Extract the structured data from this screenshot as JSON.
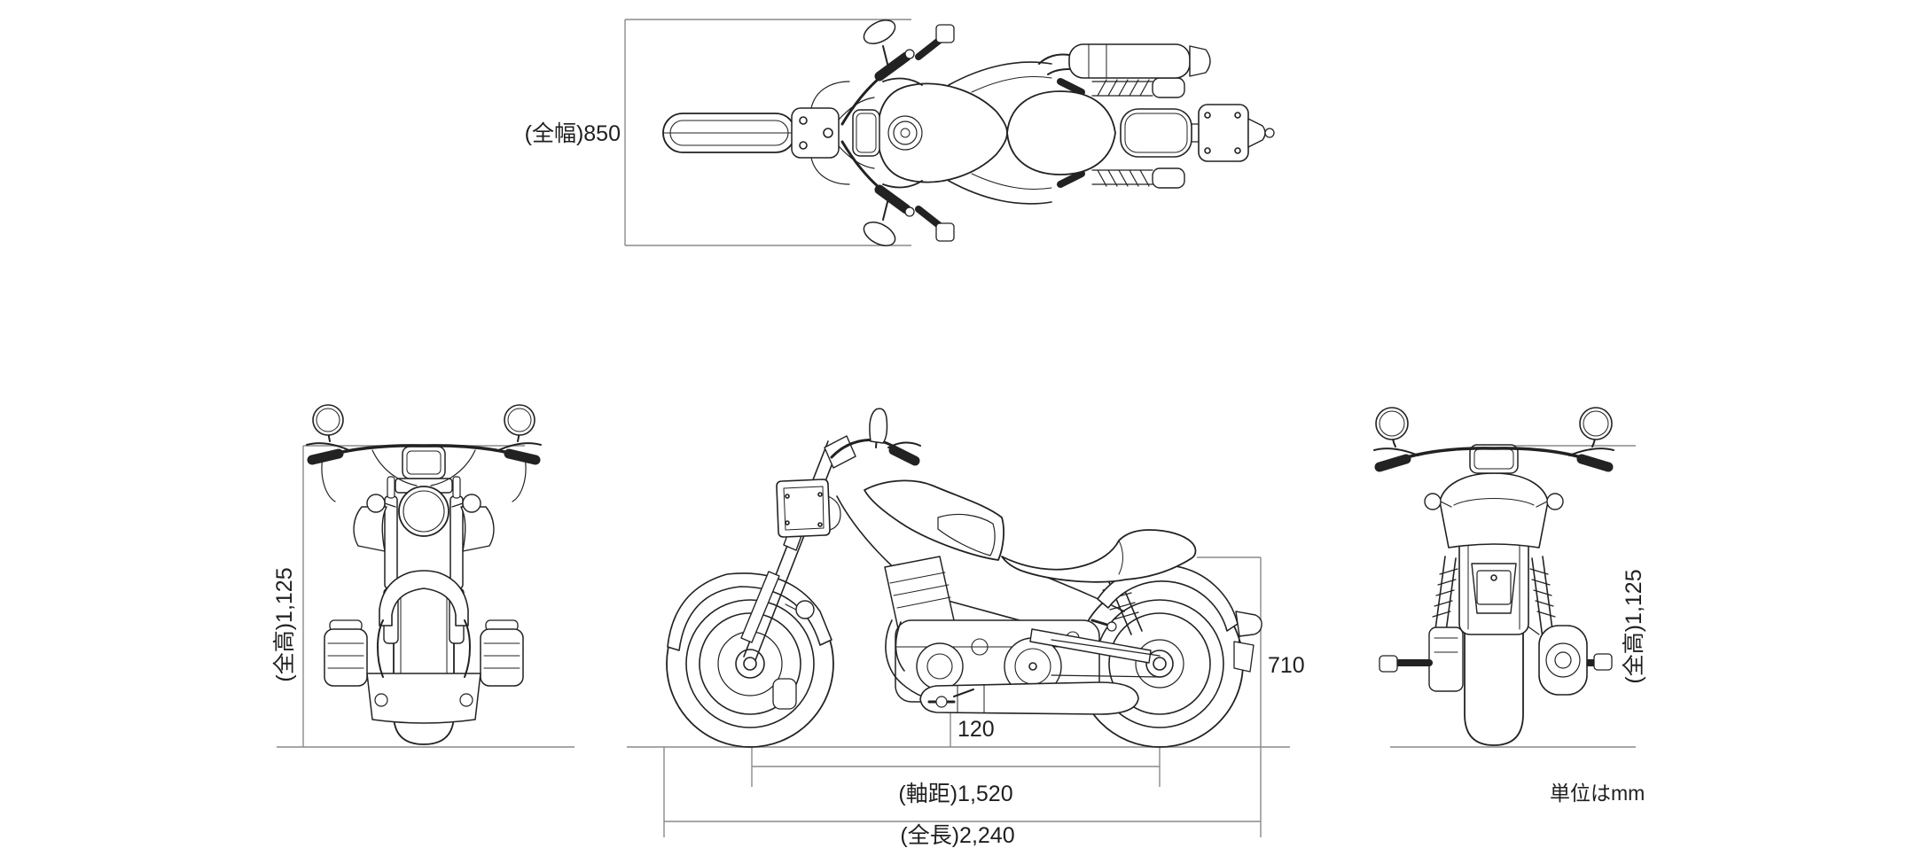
{
  "diagram": {
    "unit_note": "単位はmm",
    "colors": {
      "artwork_line": "#222222",
      "dimension_line": "#8a8a8a",
      "text": "#1f1f1f",
      "background": "#ffffff"
    },
    "dimensions": {
      "overall_width": {
        "label": "(全幅)850",
        "value": 850,
        "unit": "mm",
        "view": "top"
      },
      "overall_height_left": {
        "label": "(全高)1,125",
        "value": 1125,
        "unit": "mm",
        "view": "front"
      },
      "overall_height_right": {
        "label": "(全高)1,125",
        "value": 1125,
        "unit": "mm",
        "view": "rear"
      },
      "ground_clearance": {
        "label": "120",
        "value": 120,
        "unit": "mm",
        "view": "side"
      },
      "wheelbase": {
        "label": "(軸距)1,520",
        "value": 1520,
        "unit": "mm",
        "view": "side"
      },
      "overall_length": {
        "label": "(全長)2,240",
        "value": 2240,
        "unit": "mm",
        "view": "side"
      },
      "seat_height": {
        "label": "710",
        "value": 710,
        "unit": "mm",
        "view": "side"
      }
    }
  }
}
